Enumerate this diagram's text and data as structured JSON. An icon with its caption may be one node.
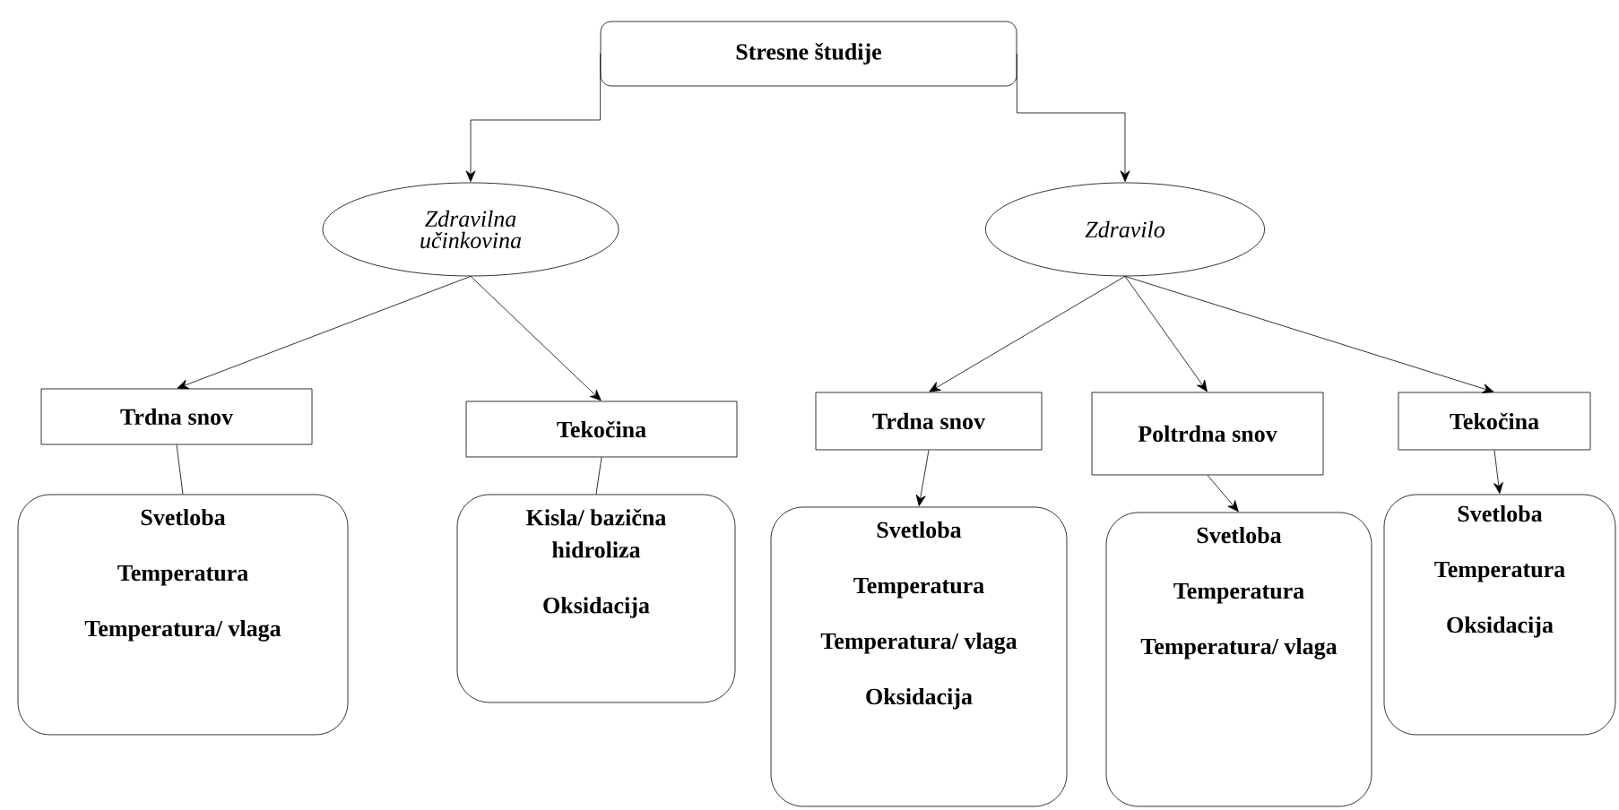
{
  "diagram": {
    "nodes": [
      {
        "text": [
          "Stresne študije"
        ]
      },
      {
        "text": [
          "Zdravilna učinkovina"
        ]
      },
      {
        "text": [
          "Zdravilo"
        ]
      },
      {
        "text": [
          "Trdna snov"
        ]
      },
      {
        "text": [
          "Tekočina"
        ]
      },
      {
        "text": [
          "Trdna snov"
        ]
      },
      {
        "text": [
          "Poltrdna snov"
        ]
      },
      {
        "text": [
          "Tekočina"
        ]
      },
      {
        "text": [
          "Svetloba",
          "Temperatura",
          "Temperatura/ vlaga"
        ]
      },
      {
        "text": [
          "Kisla/ bazična hidroliza",
          "Oksidacija"
        ]
      },
      {
        "text": [
          "Svetloba",
          "Temperatura",
          "Temperatura/ vlaga",
          "Oksidacija"
        ]
      },
      {
        "text": [
          "Svetloba",
          "Temperatura",
          "Temperatura/ vlaga"
        ]
      },
      {
        "text": [
          "Svetloba",
          "Temperatura",
          "Oksidacija"
        ]
      }
    ],
    "edges": [
      {
        "from": 0,
        "to": 1,
        "arrow": "to"
      },
      {
        "from": 0,
        "to": 2,
        "arrow": "to"
      },
      {
        "from": 1,
        "to": 3,
        "arrow": "to"
      },
      {
        "from": 1,
        "to": 4,
        "arrow": "to"
      },
      {
        "from": 2,
        "to": 5,
        "arrow": "to"
      },
      {
        "from": 2,
        "to": 6,
        "arrow": "to"
      },
      {
        "from": 2,
        "to": 7,
        "arrow": "to"
      },
      {
        "from": 3,
        "to": 8,
        "arrow": "none"
      },
      {
        "from": 4,
        "to": 9,
        "arrow": "none"
      },
      {
        "from": 5,
        "to": 10,
        "arrow": "to"
      },
      {
        "from": 6,
        "to": 11,
        "arrow": "to"
      },
      {
        "from": 7,
        "to": 12,
        "arrow": "to"
      }
    ]
  }
}
